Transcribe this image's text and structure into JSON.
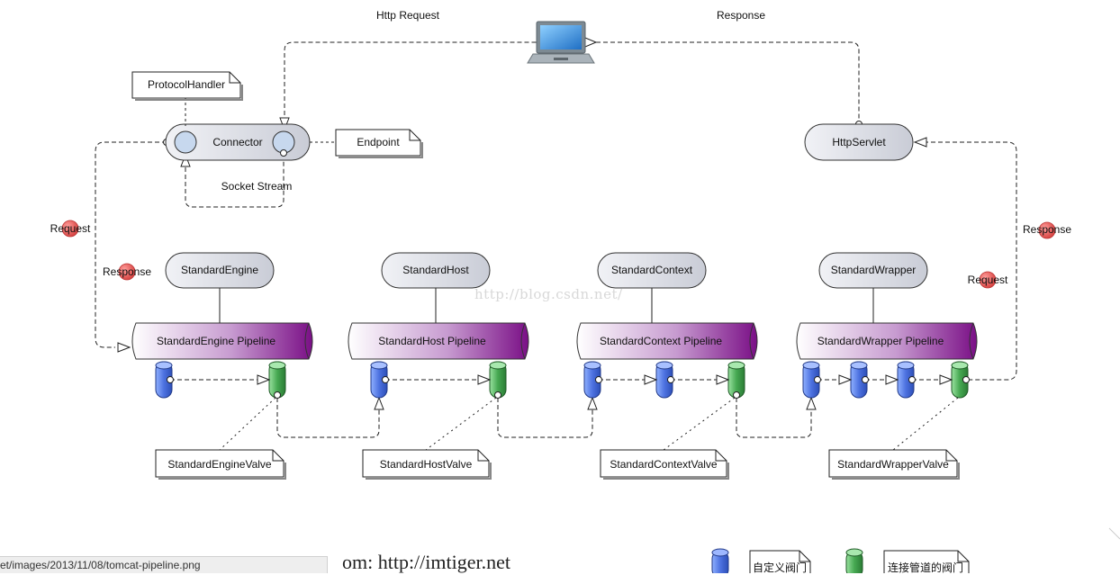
{
  "client": {
    "icon": "laptop-icon",
    "request_label": "Http Request",
    "response_label": "Response"
  },
  "connector": {
    "label": "Connector",
    "protocol_handler": "ProtocolHandler",
    "endpoint": "Endpoint",
    "socket_stream": "Socket Stream"
  },
  "http_servlet": {
    "label": "HttpServlet"
  },
  "markers": {
    "request": "Request",
    "response": "Response"
  },
  "containers": [
    {
      "name": "StandardEngine",
      "pipeline": "StandardEngine Pipeline",
      "valve_note": "StandardEngineValve"
    },
    {
      "name": "StandardHost",
      "pipeline": "StandardHost Pipeline",
      "valve_note": "StandardHostValve"
    },
    {
      "name": "StandardContext",
      "pipeline": "StandardContext Pipeline",
      "valve_note": "StandardContextValve"
    },
    {
      "name": "StandardWrapper",
      "pipeline": "StandardWrapper Pipeline",
      "valve_note": "StandardWrapperValve"
    }
  ],
  "legend": {
    "custom_valve": "自定义阀门",
    "pipeline_valve": "连接管道的阀门"
  },
  "watermark": "http://blog.csdn.net/",
  "footer": {
    "from_text": "om:  http://imtiger.net",
    "status_url": "et/images/2013/11/08/tomcat-pipeline.png"
  },
  "colors": {
    "pipeline_end": "#8a1a8a",
    "custom_valve": "#5b82e6",
    "basic_valve": "#4fae5a",
    "marker": "#e0605f",
    "node_fill": "#dfe2ea"
  }
}
